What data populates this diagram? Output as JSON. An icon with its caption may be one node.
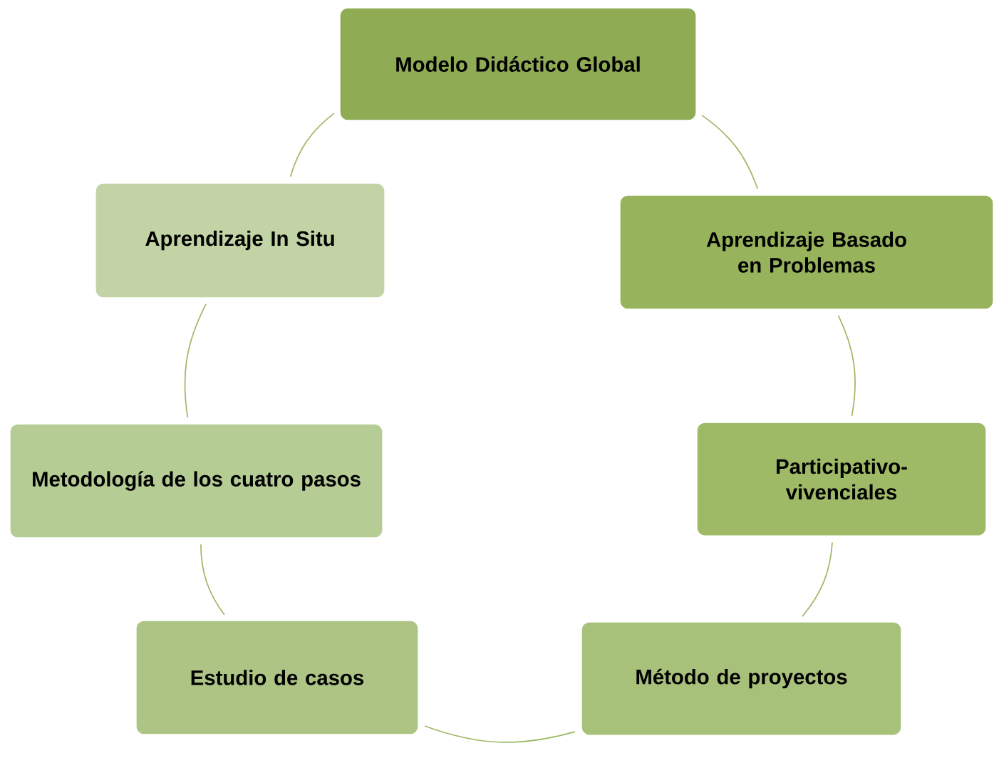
{
  "diagram": {
    "nodes": [
      {
        "text": [
          "Modelo Didáctico Global"
        ]
      },
      {
        "text": [
          "Aprendizaje Basado en Problemas"
        ]
      },
      {
        "text": [
          "Participativo-vivenciales"
        ]
      },
      {
        "text": [
          "Método de proyectos"
        ]
      },
      {
        "text": [
          "Estudio de casos"
        ]
      },
      {
        "text": [
          "Metodología de los cuatro pasos"
        ]
      },
      {
        "text": [
          "Aprendizaje In Situ"
        ]
      }
    ],
    "edges": [
      {
        "from": 0,
        "to": 1,
        "arrow": "none"
      },
      {
        "from": 1,
        "to": 2,
        "arrow": "none"
      },
      {
        "from": 2,
        "to": 3,
        "arrow": "none"
      },
      {
        "from": 3,
        "to": 4,
        "arrow": "none"
      },
      {
        "from": 4,
        "to": 5,
        "arrow": "none"
      },
      {
        "from": 5,
        "to": 6,
        "arrow": "none"
      },
      {
        "from": 6,
        "to": 0,
        "arrow": "none"
      }
    ]
  }
}
